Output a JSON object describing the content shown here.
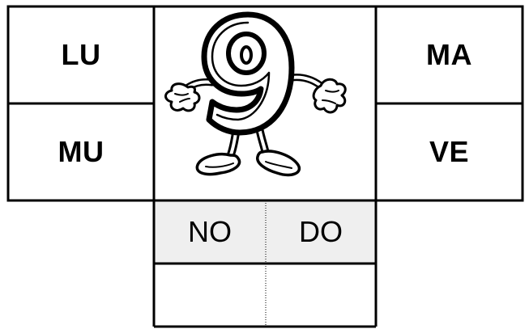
{
  "grid": {
    "days": {
      "mon": "LU",
      "tue": "MA",
      "wed": "MU",
      "fri": "VE"
    },
    "weekend": {
      "sat": "NO",
      "sun": "DO"
    },
    "center_image": "number-9-cartoon-mascot"
  },
  "colors": {
    "border": "#000000",
    "weekend_fill": "#efefef",
    "background": "#ffffff"
  }
}
